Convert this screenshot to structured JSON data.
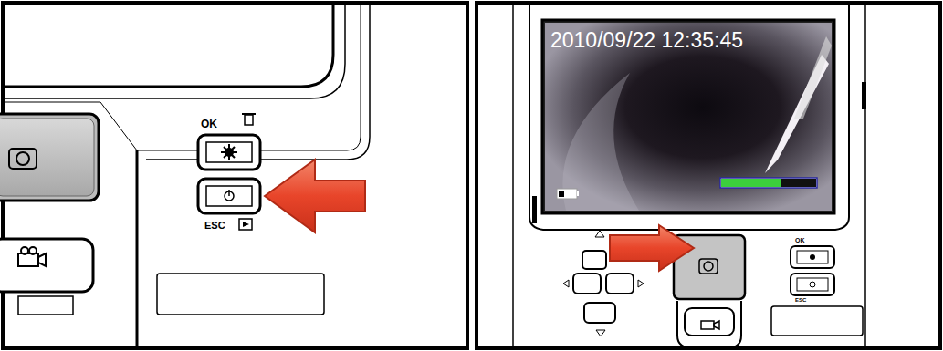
{
  "diagram": {
    "labels": [
      "OK",
      "ESC",
      "2010/09/22 12:35:45",
      "OK",
      "ESC"
    ]
  }
}
